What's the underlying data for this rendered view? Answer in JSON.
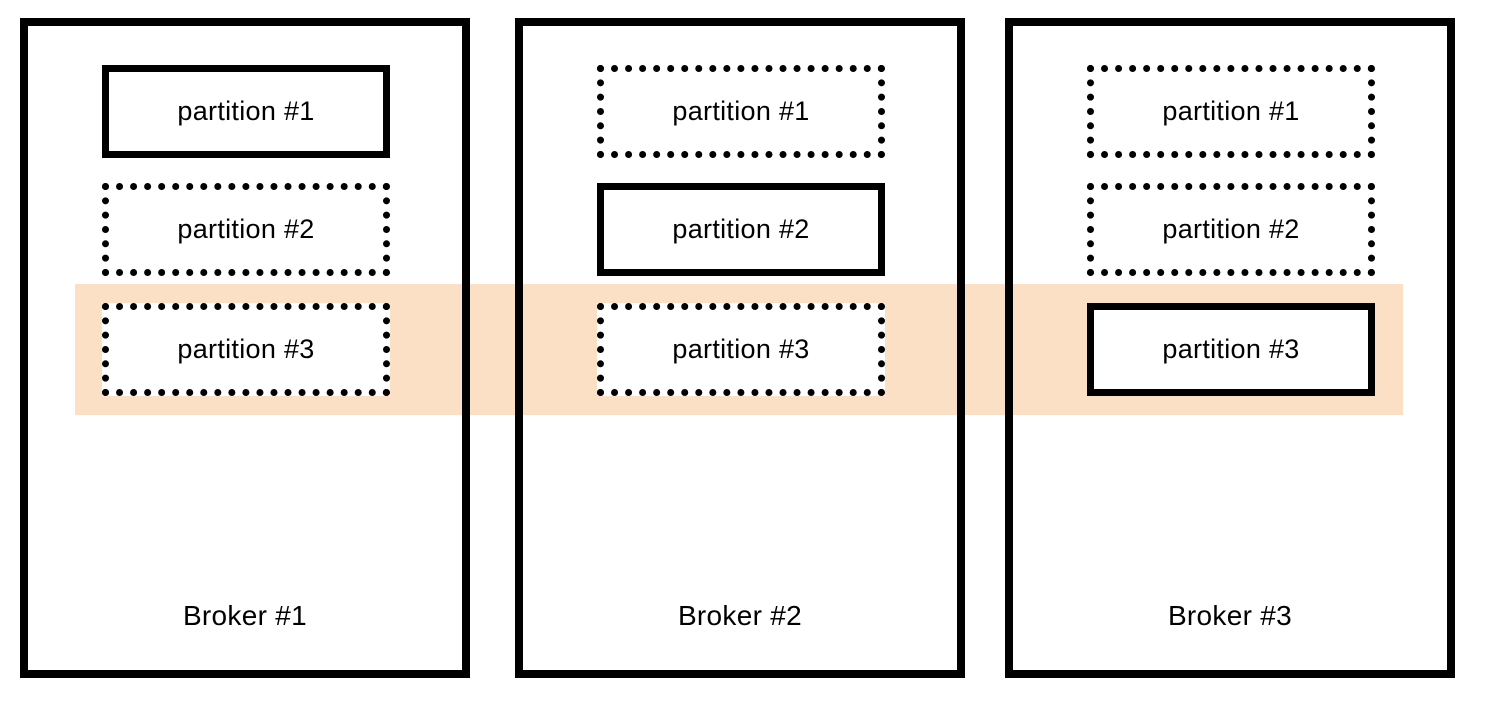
{
  "highlight": {
    "color": "#fce0c5"
  },
  "brokers": [
    {
      "label": "Broker #1",
      "partitions": [
        {
          "label": "partition #1",
          "border": "solid",
          "highlighted": false
        },
        {
          "label": "partition #2",
          "border": "dotted",
          "highlighted": false
        },
        {
          "label": "partition #3",
          "border": "dotted",
          "highlighted": true
        }
      ]
    },
    {
      "label": "Broker #2",
      "partitions": [
        {
          "label": "partition #1",
          "border": "dotted",
          "highlighted": false
        },
        {
          "label": "partition #2",
          "border": "solid",
          "highlighted": false
        },
        {
          "label": "partition #3",
          "border": "dotted",
          "highlighted": true
        }
      ]
    },
    {
      "label": "Broker #3",
      "partitions": [
        {
          "label": "partition #1",
          "border": "dotted",
          "highlighted": false
        },
        {
          "label": "partition #2",
          "border": "dotted",
          "highlighted": false
        },
        {
          "label": "partition #3",
          "border": "solid",
          "highlighted": true
        }
      ]
    }
  ]
}
